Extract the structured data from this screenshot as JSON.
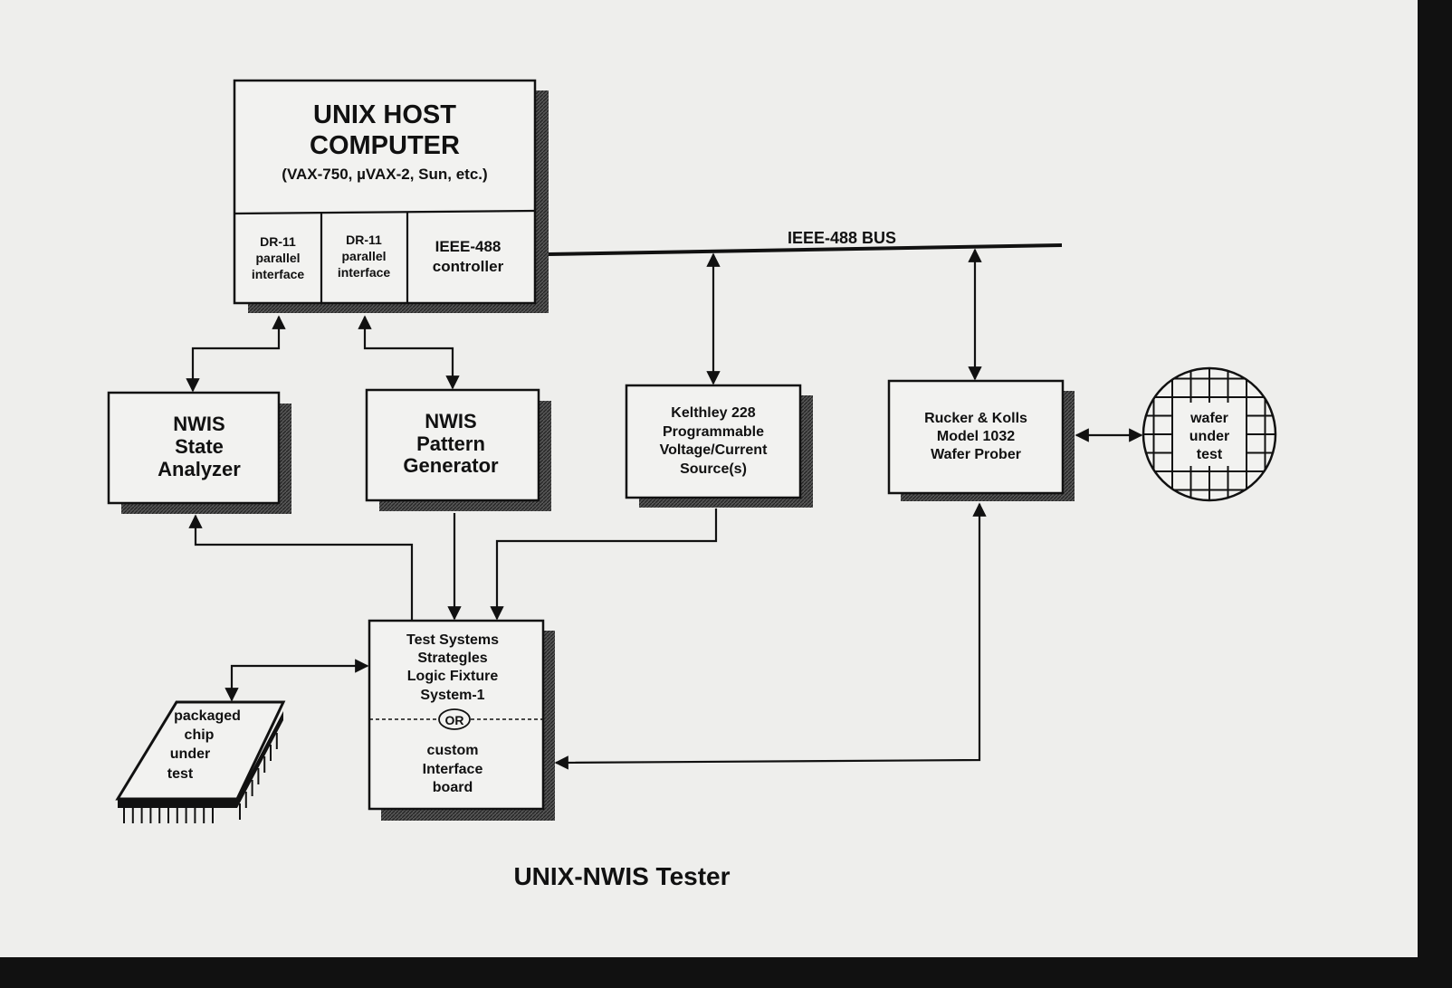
{
  "title": "UNIX-NWIS Tester",
  "host": {
    "title_lines": [
      "UNIX HOST",
      "COMPUTER"
    ],
    "subtitle": "(VAX-750, µVAX-2, Sun, etc.)",
    "ports": [
      {
        "lines": [
          "DR-11",
          "parallel",
          "interface"
        ]
      },
      {
        "lines": [
          "DR-11",
          "parallel",
          "interface"
        ]
      },
      {
        "lines": [
          "IEEE-488",
          "controller"
        ]
      }
    ]
  },
  "bus_label": "IEEE-488 BUS",
  "state_analyzer": {
    "lines": [
      "NWIS",
      "State",
      "Analyzer"
    ]
  },
  "pattern_generator": {
    "lines": [
      "NWIS",
      "Pattern",
      "Generator"
    ]
  },
  "keithley": {
    "lines": [
      "Kelthley  228",
      "Programmable",
      "Voltage/Current",
      "Source(s)"
    ]
  },
  "prober": {
    "lines": [
      "Rucker & Kolls",
      "Model  1032",
      "Wafer  Prober"
    ]
  },
  "wafer": {
    "lines": [
      "wafer",
      "under",
      "test"
    ]
  },
  "fixture": {
    "top_lines": [
      "Test  Systems",
      "Strategles",
      "Logic  Fixture",
      "System-1"
    ],
    "or_label": "OR",
    "bottom_lines": [
      "custom",
      "Interface",
      "board"
    ]
  },
  "chip": {
    "lines": [
      "packaged",
      "chip",
      "under",
      "test"
    ]
  }
}
